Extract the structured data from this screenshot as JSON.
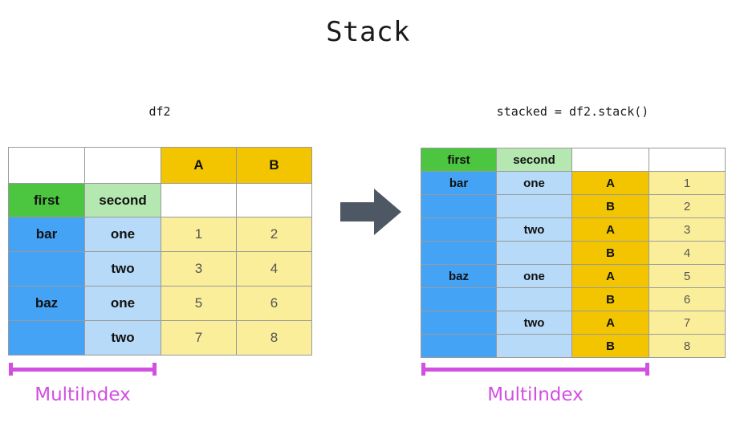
{
  "page": {
    "title": "Stack",
    "accent_magenta": "#d24fe0",
    "arrow_color": "#4e5764"
  },
  "left_panel": {
    "caption": "df2",
    "multiindex_label": "MultiIndex",
    "table": {
      "header_row": [
        "",
        "",
        "A",
        "B"
      ],
      "index_name_row": [
        "first",
        "second",
        "",
        ""
      ],
      "rows": [
        {
          "first": "bar",
          "second": "one",
          "A": "1",
          "B": "2"
        },
        {
          "first": "",
          "second": "two",
          "A": "3",
          "B": "4"
        },
        {
          "first": "baz",
          "second": "one",
          "A": "5",
          "B": "6"
        },
        {
          "first": "",
          "second": "two",
          "A": "7",
          "B": "8"
        }
      ]
    }
  },
  "right_panel": {
    "caption": "stacked = df2.stack()",
    "multiindex_label": "MultiIndex",
    "table": {
      "header_row": [
        "first",
        "second",
        "",
        ""
      ],
      "rows": [
        {
          "first": "bar",
          "second": "one",
          "level3": "A",
          "value": "1"
        },
        {
          "first": "",
          "second": "",
          "level3": "B",
          "value": "2"
        },
        {
          "first": "",
          "second": "two",
          "level3": "A",
          "value": "3"
        },
        {
          "first": "",
          "second": "",
          "level3": "B",
          "value": "4"
        },
        {
          "first": "baz",
          "second": "one",
          "level3": "A",
          "value": "5"
        },
        {
          "first": "",
          "second": "",
          "level3": "B",
          "value": "6"
        },
        {
          "first": "",
          "second": "two",
          "level3": "A",
          "value": "7"
        },
        {
          "first": "",
          "second": "",
          "level3": "B",
          "value": "8"
        }
      ]
    }
  },
  "arrow": {
    "icon": "right-arrow-icon"
  }
}
